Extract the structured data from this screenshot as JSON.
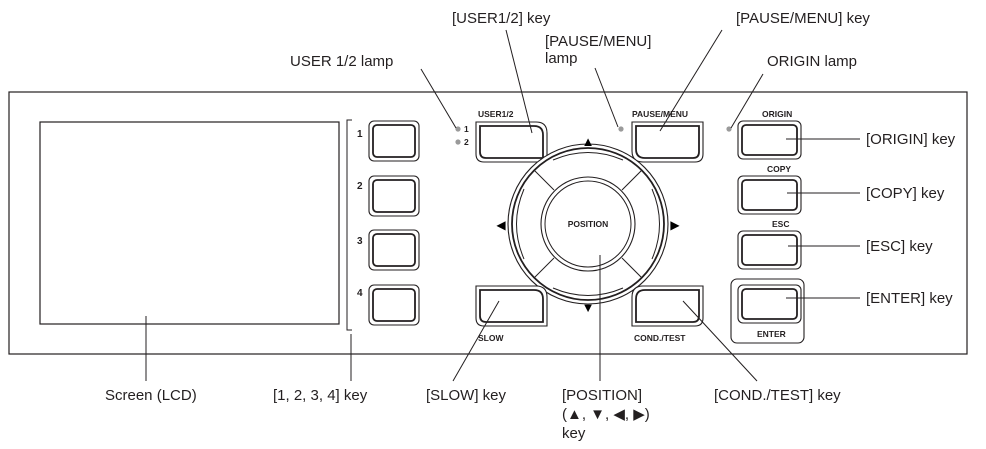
{
  "callouts": {
    "user12_key": "[USER1/2] key",
    "pause_menu_lamp_line1": "[PAUSE/MENU]",
    "pause_menu_lamp_line2": "lamp",
    "pause_menu_key": "[PAUSE/MENU] key",
    "user12_lamp": "USER 1/2 lamp",
    "origin_lamp": "ORIGIN lamp",
    "origin_key": "[ORIGIN] key",
    "copy_key": "[COPY] key",
    "esc_key": "[ESC] key",
    "enter_key": "[ENTER] key",
    "screen": "Screen (LCD)",
    "num_keys": "[1, 2, 3, 4] key",
    "slow_key": "[SLOW] key",
    "position_line1": "[POSITION]",
    "position_line2": "(▲, ▼, ◀, ▶)",
    "position_line3": "key",
    "cond_test_key": "[COND./TEST] key"
  },
  "panel": {
    "user12_label": "USER1/2",
    "lamp_1": "1",
    "lamp_2": "2",
    "pause_menu_label": "PAUSE/MENU",
    "origin_label": "ORIGIN",
    "copy_label": "COPY",
    "esc_label": "ESC",
    "enter_label": "ENTER",
    "slow_label": "SLOW",
    "cond_test_label": "COND./TEST",
    "position_label": "POSITION",
    "key_1": "1",
    "key_2": "2",
    "key_3": "3",
    "key_4": "4",
    "arrow_up": "▲",
    "arrow_down": "▼",
    "arrow_left": "◀",
    "arrow_right": "▶"
  }
}
